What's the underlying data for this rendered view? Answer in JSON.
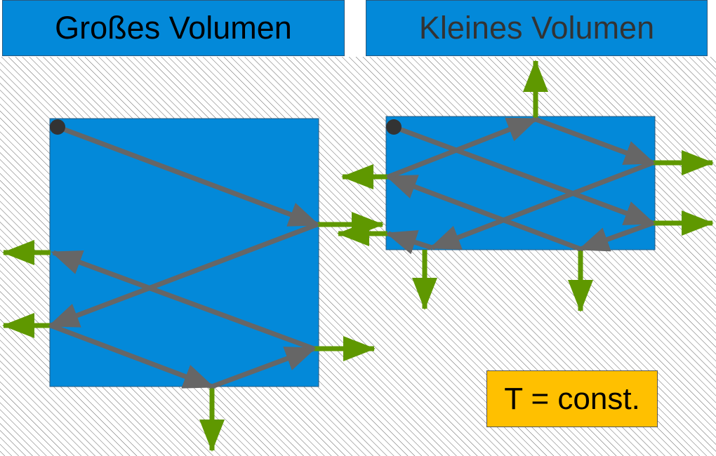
{
  "headers": {
    "large_volume": "Großes Volumen",
    "small_volume": "Kleines Volumen"
  },
  "condition_label": "T = const.",
  "colors": {
    "container": "#0389D9",
    "path": "#666666",
    "momentum": "#5F9800",
    "label_box": "#FFC000",
    "particle": "#333333"
  }
}
